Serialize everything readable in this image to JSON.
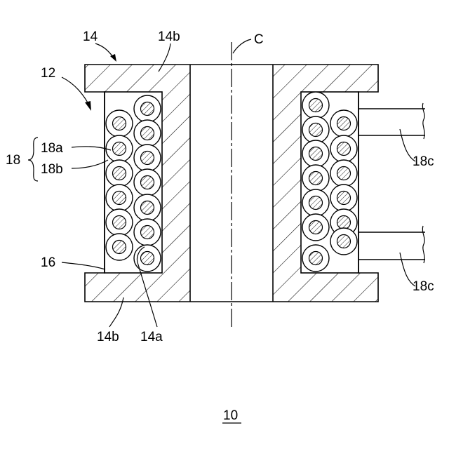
{
  "labels": {
    "bobbin": "14",
    "flange_top": "14b",
    "flange_bottom": "14b",
    "barrel": "14a",
    "axis": "C",
    "coil_assembly": "12",
    "winding": "18",
    "conductor": "18a",
    "insulation": "18b",
    "gap": "16",
    "lead_top": "18c",
    "lead_bottom": "18c",
    "figure": "10"
  }
}
